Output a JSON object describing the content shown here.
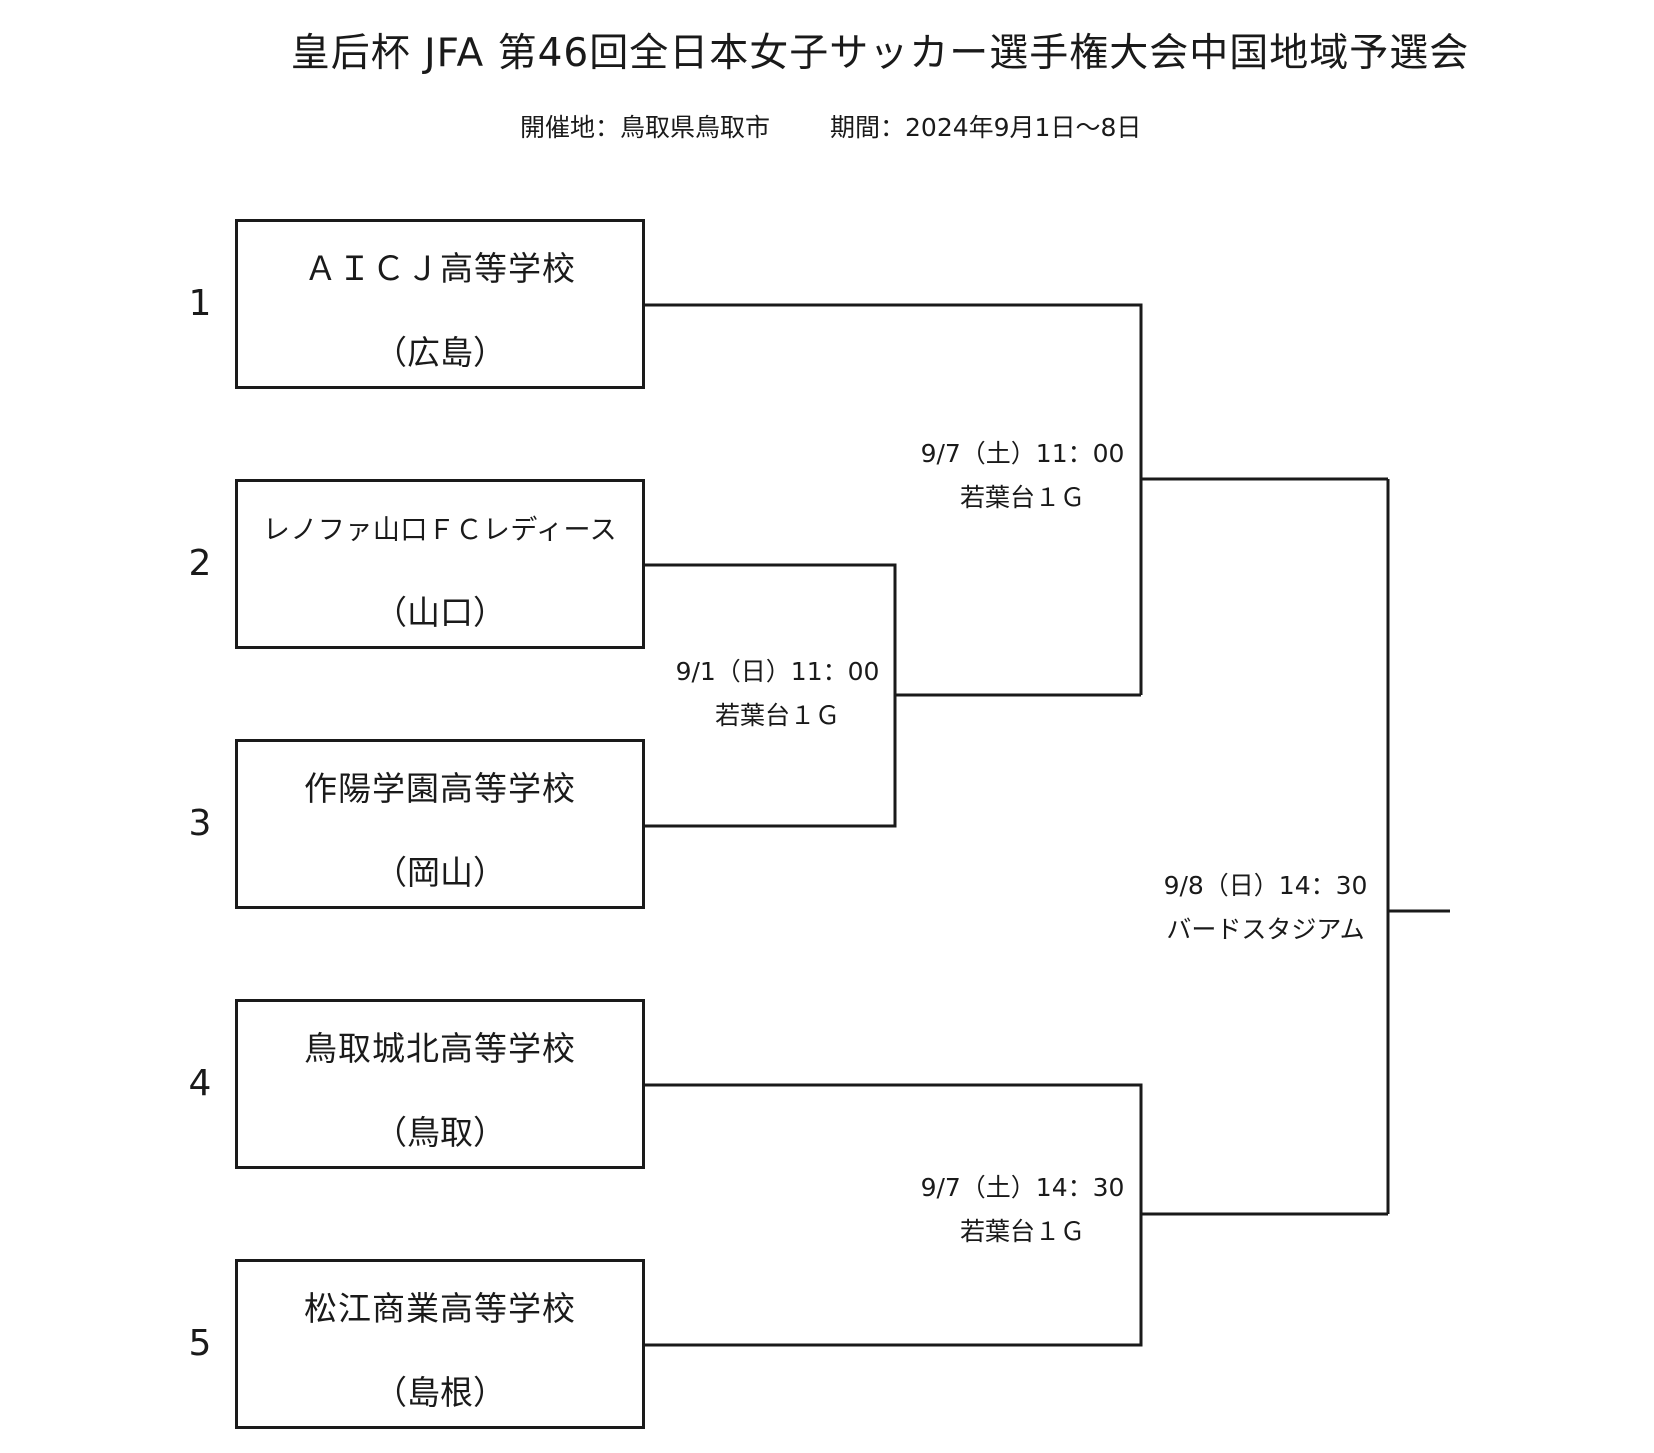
{
  "header": {
    "title": "皇后杯 JFA 第46回全日本女子サッカー選手権大会中国地域予選会",
    "venue": "開催地：鳥取県鳥取市",
    "period": "期間：2024年9月1日～8日"
  },
  "teams": [
    {
      "seed": "1",
      "name": "ＡＩＣＪ高等学校",
      "pref": "（広島）"
    },
    {
      "seed": "2",
      "name": "レノファ山口ＦＣレディース",
      "pref": "（山口）"
    },
    {
      "seed": "3",
      "name": "作陽学園高等学校",
      "pref": "（岡山）"
    },
    {
      "seed": "4",
      "name": "鳥取城北高等学校",
      "pref": "（鳥取）"
    },
    {
      "seed": "5",
      "name": "松江商業高等学校",
      "pref": "（島根）"
    }
  ],
  "matches": {
    "m1": {
      "datetime": "9/1（日）11：00",
      "venue": "若葉台１Ｇ"
    },
    "m2": {
      "datetime": "9/7（土）11：00",
      "venue": "若葉台１Ｇ"
    },
    "m3": {
      "datetime": "9/7（土）14：30",
      "venue": "若葉台１Ｇ"
    },
    "final": {
      "datetime": "9/8（日）14：30",
      "venue": "バードスタジアム"
    }
  }
}
